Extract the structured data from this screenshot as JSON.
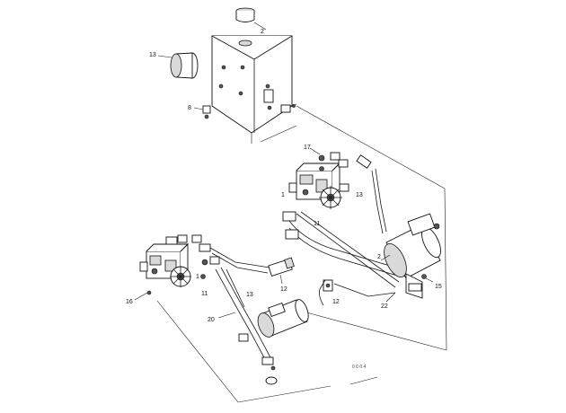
{
  "callouts": {
    "c2": "2",
    "c13_reservoir": "13",
    "c8": "8",
    "c17": "17",
    "c1_main": "1",
    "c11_main": "11",
    "c13_main": "13",
    "c2_motor": "2",
    "c12_a": "12",
    "c15": "15",
    "c12_b": "12",
    "c22": "22",
    "c1_left": "1",
    "c11_left": "11",
    "c16": "16",
    "c13_left": "13",
    "c20": "20"
  },
  "drawing_code": "0 0 0 4"
}
